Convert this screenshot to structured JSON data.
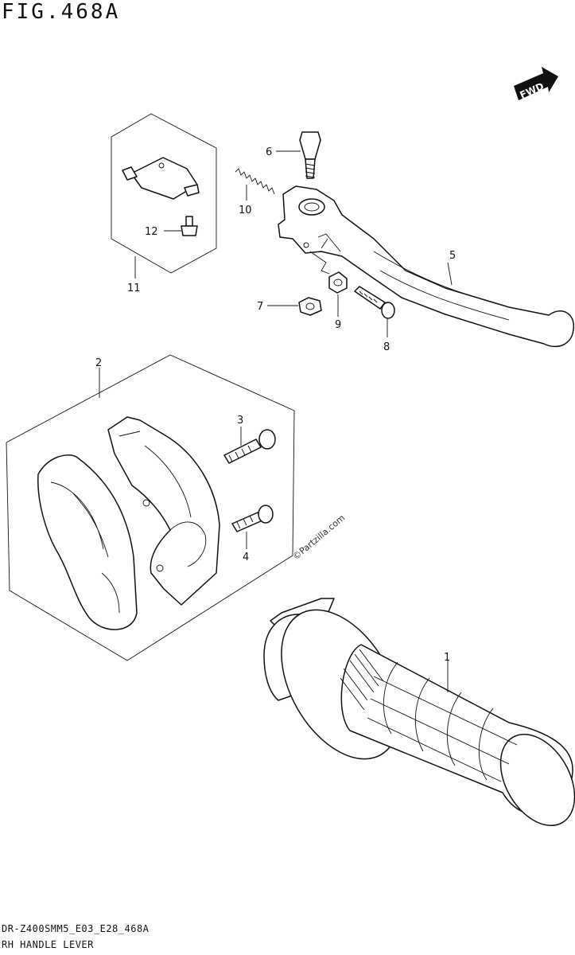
{
  "figure": {
    "title": "FIG.468A",
    "forward_badge": "FWD",
    "watermark": "©Partzilla.com",
    "footer_code": "DR-Z400SMM5_E03_E28_468A",
    "footer_name": "RH HANDLE LEVER"
  },
  "callouts": [
    "1",
    "2",
    "3",
    "4",
    "5",
    "6",
    "7",
    "8",
    "9",
    "10",
    "11",
    "12"
  ]
}
